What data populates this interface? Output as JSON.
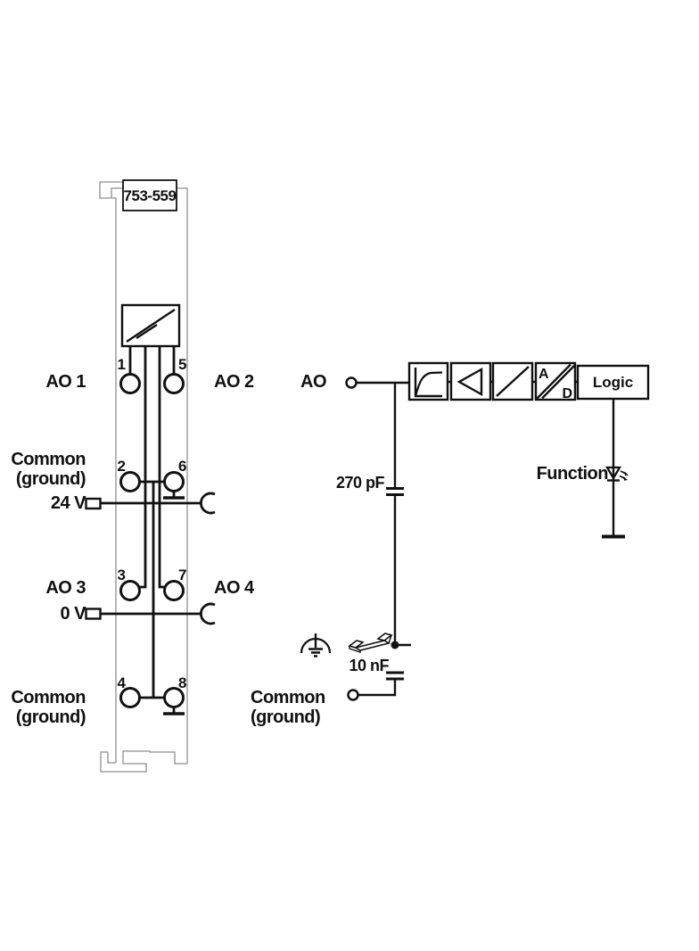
{
  "device": {
    "model": "753-559",
    "terminal_numbers": [
      "1",
      "2",
      "3",
      "4",
      "5",
      "6",
      "7",
      "8"
    ],
    "labels": {
      "ao1": "AO 1",
      "ao2": "AO 2",
      "ao3": "AO 3",
      "ao4": "AO 4",
      "common_top_line1": "Common",
      "common_top_line2": "(ground)",
      "supply_plus": "24 V",
      "supply_minus": "0 V",
      "common_bottom_line1": "Common",
      "common_bottom_line2": "(ground)"
    }
  },
  "block_diagram": {
    "input_label": "AO",
    "capacitor_top": "270 pF",
    "capacitor_bottom": "10 nF",
    "converter_a": "A",
    "converter_d": "D",
    "logic_label": "Logic",
    "led_label": "Function",
    "common_line1": "Common",
    "common_line2": "(ground)"
  },
  "colors": {
    "wire": "#111111",
    "housing_outline": "#8f8f8f",
    "background": "#ffffff"
  }
}
